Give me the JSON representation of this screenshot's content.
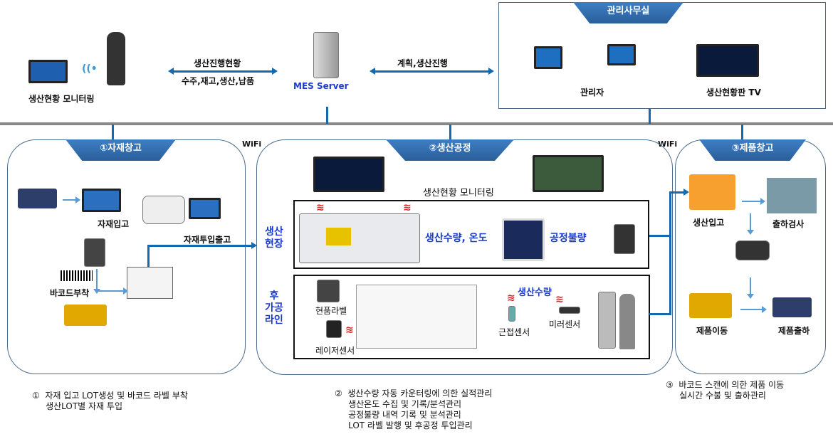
{
  "top": {
    "monitoring_label": "생산현황 모니터링",
    "arrow_left_top": "생산진행현황",
    "arrow_left_bottom": "수주,재고,생산,납품",
    "server_label": "MES Server",
    "arrow_right_label": "계획,생산진행"
  },
  "office": {
    "title": "관리사무실",
    "admin_label": "관리자",
    "tv_label": "생산현황판 TV"
  },
  "wifi_label": "WiFi",
  "warehouse": {
    "title": "①자재창고",
    "material_in": "자재입고",
    "material_out": "자재투입출고",
    "barcode": "바코드부착"
  },
  "process": {
    "title": "②생산공정",
    "monitoring": "생산현황 모니터링",
    "site_label": "생산\n현장",
    "qty_temp": "생산수량, 온도",
    "defect": "공정불량",
    "line_label": "후\n가공\n라인",
    "label_print": "현품라벨",
    "laser": "레이저센서",
    "qty": "생산수량",
    "proximity": "근접센서",
    "mirror": "미러센서"
  },
  "product": {
    "title": "③제품창고",
    "prod_in": "생산입고",
    "inspection": "출하검사",
    "move": "제품이동",
    "ship": "제품출하"
  },
  "notes": {
    "n1": "①  자재 입고 LOT생성 및 바코드 라벨 부착\n     생산LOT별 자재 투입",
    "n2": "②  생산수량 자동 카운터링에 의한 실적관리\n     생산온도 수집 및 기록/분석관리\n     공정불량 내역 기록 및 분석관리\n     LOT 라벨 발행 및 후공정 투입관리",
    "n3": "③  바코드 스캔에 의한 제품 이동\n     실시간 수불 및 출하관리"
  },
  "colors": {
    "accent": "#1469b0",
    "header": "#2a5e9a",
    "label_blue": "#1a3ad0",
    "signal": "#e02020"
  }
}
